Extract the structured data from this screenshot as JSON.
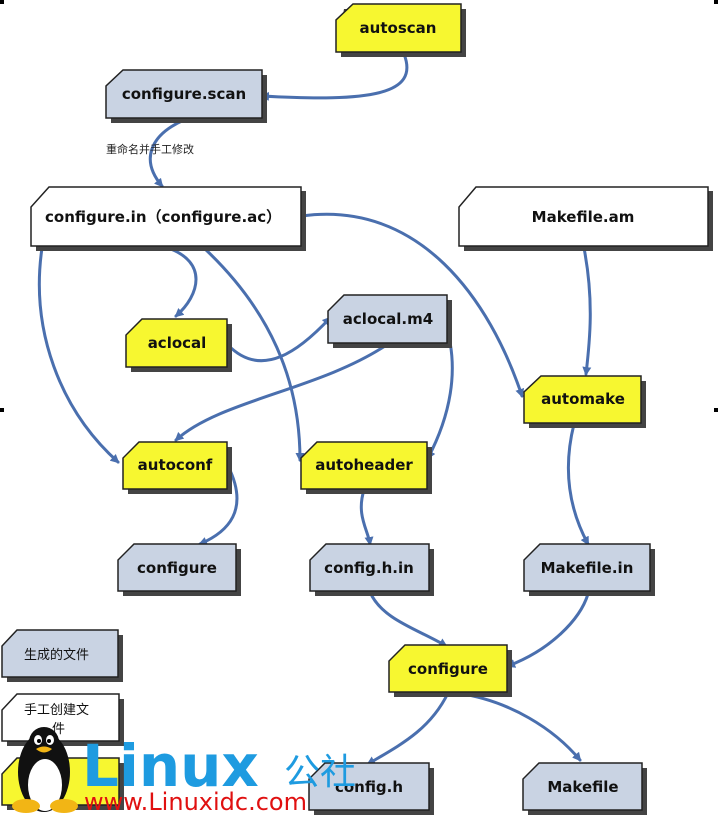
{
  "colors": {
    "generated_fill": "#c9d3e3",
    "manual_fill": "#ffffff",
    "tool_fill": "#f7f730",
    "arrow": "#4a6fae",
    "watermark_blue": "#1e9be0",
    "watermark_red": "#e01010"
  },
  "nodes": {
    "autoscan": "autoscan",
    "configure_scan": "configure.scan",
    "configure_in": "configure.in（configure.ac）",
    "makefile_am": "Makefile.am",
    "aclocal": "aclocal",
    "aclocal_m4": "aclocal.m4",
    "automake": "automake",
    "autoconf": "autoconf",
    "autoheader": "autoheader",
    "configure_out": "configure",
    "config_h_in": "config.h.in",
    "makefile_in": "Makefile.in",
    "configure_run": "configure",
    "config_h": "config.h",
    "makefile": "Makefile"
  },
  "edge_label": "重命名并手工修改",
  "legend": {
    "generated": "生成的文件",
    "manual_line1": "手工创建文",
    "manual_line2": "件"
  },
  "watermark": {
    "brand": "Linux",
    "brand_cn": "公社",
    "url": "www.Linuxidc.com"
  }
}
